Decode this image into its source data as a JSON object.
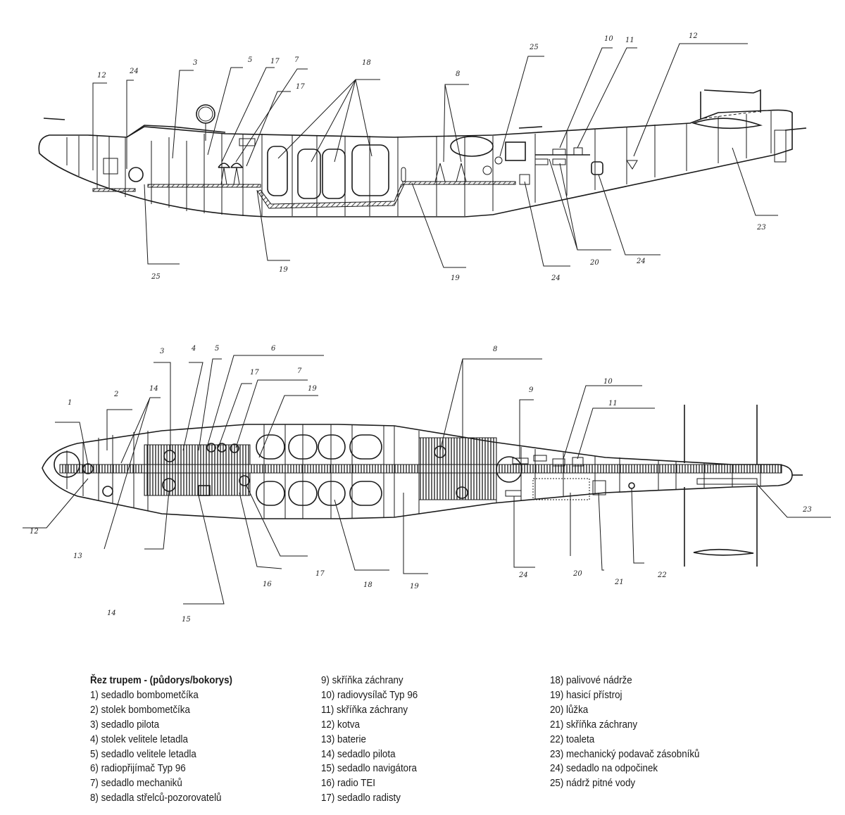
{
  "legend": {
    "title": "Řez trupem - (půdorys/bokorys)",
    "columns": [
      [
        {
          "num": "1",
          "label": "1) sedadlo bombometčíka"
        },
        {
          "num": "2",
          "label": "2) stolek bombometčíka"
        },
        {
          "num": "3",
          "label": "3) sedadlo pilota"
        },
        {
          "num": "4",
          "label": "4) stolek velitele letadla"
        },
        {
          "num": "5",
          "label": "5) sedadlo velitele letadla"
        },
        {
          "num": "6",
          "label": "6) radiopřijímač Typ 96"
        },
        {
          "num": "7",
          "label": "7) sedadlo mechaniků"
        },
        {
          "num": "8",
          "label": "8) sedadla střelců-pozorovatelů"
        }
      ],
      [
        {
          "num": "9",
          "label": "9) skříňka záchrany"
        },
        {
          "num": "10",
          "label": "10) radiovysílač Typ 96"
        },
        {
          "num": "11",
          "label": "11) skříňka záchrany"
        },
        {
          "num": "12",
          "label": "12) kotva"
        },
        {
          "num": "13",
          "label": "13) baterie"
        },
        {
          "num": "14",
          "label": "14) sedadlo pilota"
        },
        {
          "num": "15",
          "label": "15) sedadlo navigátora"
        },
        {
          "num": "16",
          "label": "16) radio TEI"
        },
        {
          "num": "17",
          "label": "17) sedadlo radisty"
        }
      ],
      [
        {
          "num": "18",
          "label": "18) palivové nádrže"
        },
        {
          "num": "19",
          "label": "19) hasicí přístroj"
        },
        {
          "num": "20",
          "label": "20) lůžka"
        },
        {
          "num": "21",
          "label": "21) skříňka záchrany"
        },
        {
          "num": "22",
          "label": "22) toaleta"
        },
        {
          "num": "23",
          "label": "23) mechanický podavač zásobníků"
        },
        {
          "num": "24",
          "label": "24) sedadlo na odpočinek"
        },
        {
          "num": "25",
          "label": "25) nádrž pitné vody"
        }
      ]
    ]
  },
  "side_view": {
    "name": "bokorys",
    "callouts": [
      "12",
      "24",
      "3",
      "5",
      "17",
      "7",
      "17",
      "18",
      "8",
      "25",
      "10",
      "11",
      "12",
      "25",
      "19",
      "19",
      "24",
      "20",
      "24",
      "23"
    ]
  },
  "plan_view": {
    "name": "půdorys",
    "callouts": [
      "1",
      "2",
      "14",
      "3",
      "4",
      "5",
      "6",
      "17",
      "7",
      "19",
      "8",
      "9",
      "10",
      "11",
      "12",
      "13",
      "14",
      "15",
      "16",
      "17",
      "18",
      "19",
      "24",
      "20",
      "21",
      "22",
      "23"
    ]
  }
}
